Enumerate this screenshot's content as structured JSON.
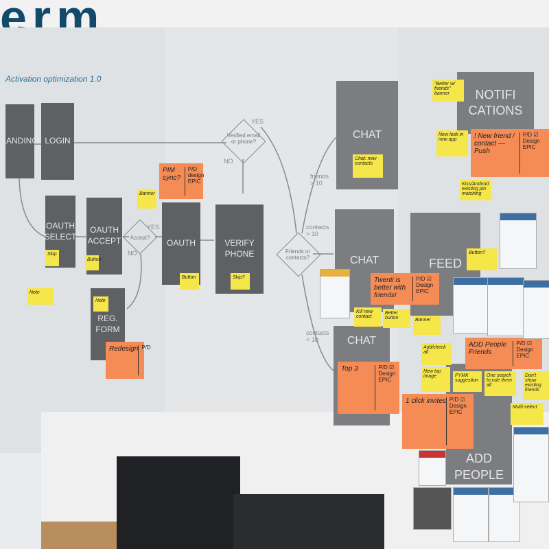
{
  "logo_text": "erm",
  "title": "Activation optimization 1.0",
  "blocks": {
    "landing": "LANDING",
    "login": "LOGIN",
    "oauth_select": "OAUTH SELECT",
    "oauth_accept": "OAUTH ACCEPT",
    "oauth_other": "OAUTH",
    "verify_phone": "VERIFY PHONE",
    "reg_form": "REG. FORM",
    "chat1": "CHAT",
    "chat2": "CHAT",
    "chat3": "CHAT",
    "feed": "FEED",
    "notifications": "NOTIFI CATIONS",
    "add_people": "ADD PEOPLE"
  },
  "decisions": {
    "verified": "Verified email or phone?",
    "accept": "Accept?",
    "friends": "Friends or contacts?"
  },
  "labels": {
    "yes1": "YES",
    "no1": "NO",
    "yes2": "YES",
    "no2": "NO",
    "friends10": "friends > 10",
    "contacts10": "contacts > 10",
    "contacts_lt10": "contacts < 10"
  },
  "orange_notes": [
    {
      "main": "PIM sync?",
      "side": "P/D design EPIC"
    },
    {
      "main": "! New friend / contact — Push",
      "side": "P/D ☑ Design EPIC"
    },
    {
      "main": "Twenti is better with friends!",
      "side": "P/D ☑ Design EPIC"
    },
    {
      "main": "ADD People Friends",
      "side": "P/D ☑ Design EPIC"
    },
    {
      "main": "Top 3",
      "side": "P/D ☑ Design EPIC"
    },
    {
      "main": "1 click invites",
      "side": "P/D ☑ Design EPIC"
    },
    {
      "main": "Redesign",
      "side": "P/D"
    }
  ],
  "sticky_notes": [
    "\"Better w/ friends\" banner",
    "New look in new app",
    "Kiss/Android existing pin matching",
    "Chat: new contacts",
    "Skip?",
    "Button",
    "Button?",
    "Kill new contact",
    "Better button",
    "Banner",
    "Banner",
    "Add/check all",
    "New top image",
    "PYMK suggestion",
    "One search to rule them all",
    "Don't show existing friends",
    "Multi-select",
    "Skip",
    "Button",
    "Note",
    "Note"
  ]
}
